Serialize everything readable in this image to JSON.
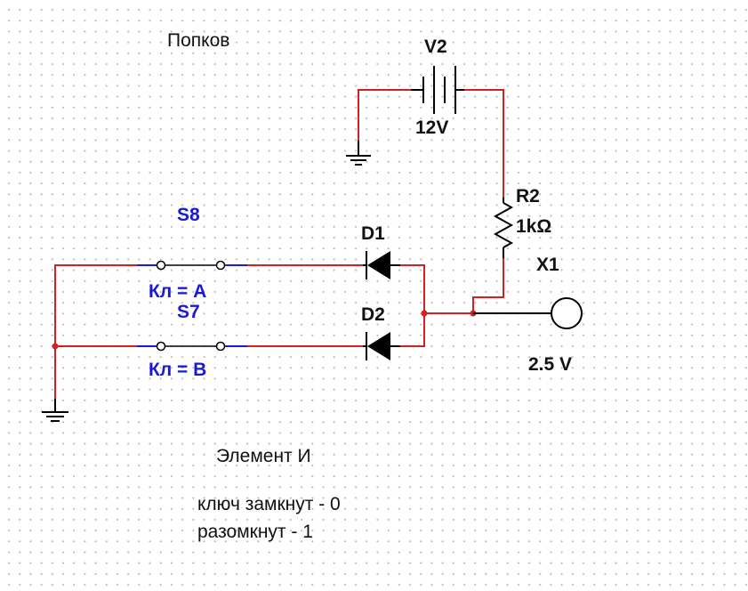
{
  "author": "Попков",
  "components": {
    "battery": {
      "ref": "V2",
      "value": "12V"
    },
    "resistor": {
      "ref": "R2",
      "value": "1kΩ"
    },
    "switch_top": {
      "ref": "S8",
      "key": "Кл = A"
    },
    "switch_bottom": {
      "ref": "S7",
      "key": "Кл = B"
    },
    "diode_top": {
      "ref": "D1"
    },
    "diode_bottom": {
      "ref": "D2"
    },
    "probe": {
      "ref": "X1",
      "reading": "2.5 V"
    }
  },
  "caption": {
    "title": "Элемент И",
    "line1": "ключ замкнут - 0",
    "line2": "разомкнут - 1"
  },
  "colors": {
    "wire": "#d42020",
    "switch_wire": "#1a1ad6",
    "component": "#000000",
    "label_blue": "#1a1ad6",
    "grid_dot": "#b9b9b9"
  }
}
